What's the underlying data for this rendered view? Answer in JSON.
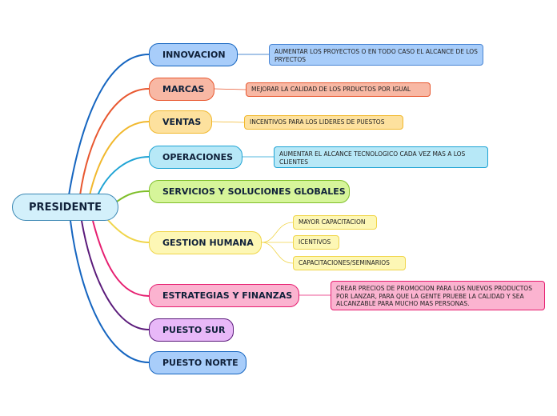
{
  "root": {
    "label": "PRESIDENTE"
  },
  "branches": [
    {
      "label": "INNOVACION",
      "color": "#1565c0",
      "fill": "#a8cdfa"
    },
    {
      "label": "MARCAS",
      "color": "#e8572f",
      "fill": "#f8b8a4"
    },
    {
      "label": "VENTAS",
      "color": "#f1b82d",
      "fill": "#fde19e"
    },
    {
      "label": "OPERACIONES",
      "color": "#1ea3d4",
      "fill": "#b7e8f7"
    },
    {
      "label": "SERVICIOS Y SOLUCIONES GLOBALES",
      "color": "#7fbf2a",
      "fill": "#d6f59a"
    },
    {
      "label": "GESTION HUMANA",
      "color": "#f0d54a",
      "fill": "#fdf7b5"
    },
    {
      "label": "ESTRATEGIAS Y FINANZAS",
      "color": "#e61e70",
      "fill": "#fbb3d0"
    },
    {
      "label": "PUESTO SUR",
      "color": "#5a1a7a",
      "fill": "#e8b8f8"
    },
    {
      "label": "PUESTO NORTE",
      "color": "#1565c0",
      "fill": "#a8cdfa"
    }
  ],
  "notes": {
    "innovacion": "AUMENTAR LOS PROYECTOS O EN TODO CASO EL ALCANCE DE LOS PRYECTOS",
    "marcas": "MEJORAR LA CALIDAD DE LOS PRDUCTOS POR IGUAL",
    "ventas": "INCENTIVOS PARA LOS LIDERES DE PUESTOS",
    "operaciones": "AUMENTAR EL ALCANCE TECNOLOGICO CADA VEZ MAS A LOS CLIENTES",
    "gestion_1": "MAYOR CAPACITACION",
    "gestion_2": "ICENTIVOS",
    "gestion_3": "CAPACITACIONES/SEMINARIOS",
    "estrategias": "CREAR PRECIOS DE PROMOCION PARA LOS NUEVOS PRODUCTOS POR LANZAR, PARA QUE LA GENTE PRUEBE LA CALIDAD Y SEA ALCANZABLE PARA MUCHO MAS PERSONAS."
  }
}
